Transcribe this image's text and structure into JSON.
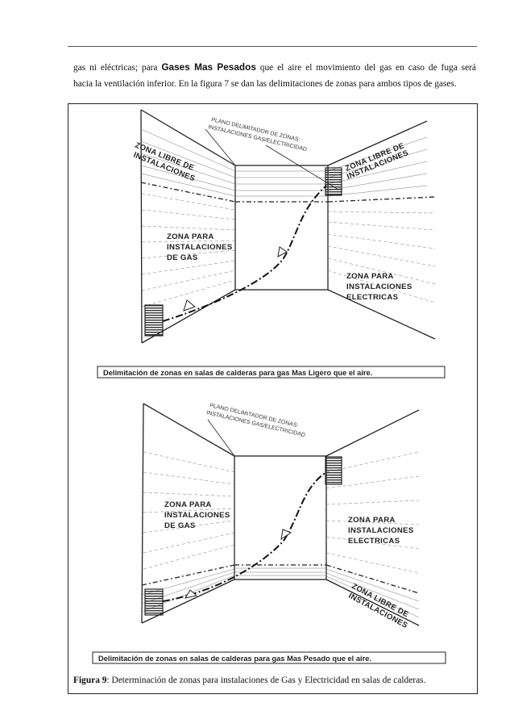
{
  "paragraph": {
    "text1": "gas ni eléctricas; para ",
    "bold": "Gases Mas Pesados",
    "text2": " que el aire el movimiento del gas en caso de fuga será",
    "line2": "hacia la ventilación inferior. En la figura 7 se dan las delimitaciones de zonas para ambos tipos de gases."
  },
  "figure_top": {
    "plane_label_1": "PLANO DELIMITADOR DE ZONAS:",
    "plane_label_2": "INSTALACIONES GAS/ELECTRICIDAD",
    "free_zone_left_1": "ZONA LIBRE DE",
    "free_zone_left_2": "INSTALACIONES",
    "free_zone_right_1": "ZONA LIBRE DE",
    "free_zone_right_2": "INSTALACIONES",
    "gas_zone_1": "ZONA PARA",
    "gas_zone_2": "INSTALACIONES",
    "gas_zone_3": "DE GAS",
    "elec_zone_1": "ZONA PARA",
    "elec_zone_2": "INSTALACIONES",
    "elec_zone_3": "ELECTRICAS",
    "banner": "Delimitación de zonas en salas de calderas para gas Mas Ligero que el aire."
  },
  "figure_bottom": {
    "plane_label_1": "PLANO DELIMITADOR DE ZONAS:",
    "plane_label_2": "INSTALACIONES GAS/ELECTRICIDAD",
    "gas_zone_1": "ZONA PARA",
    "gas_zone_2": "INSTALACIONES",
    "gas_zone_3": "DE GAS",
    "elec_zone_1": "ZONA PARA",
    "elec_zone_2": "INSTALACIONES",
    "elec_zone_3": "ELECTRICAS",
    "free_zone_1": "ZONA LIBRE DE",
    "free_zone_2": "INSTALACIONES",
    "banner": "Delimitación de zonas en salas de calderas para gas Mas Pesado que el aire."
  },
  "caption": {
    "label": "Figura 9",
    "text": ": Determinación de zonas para instalaciones de Gas y Electricidad en salas de calderas."
  }
}
